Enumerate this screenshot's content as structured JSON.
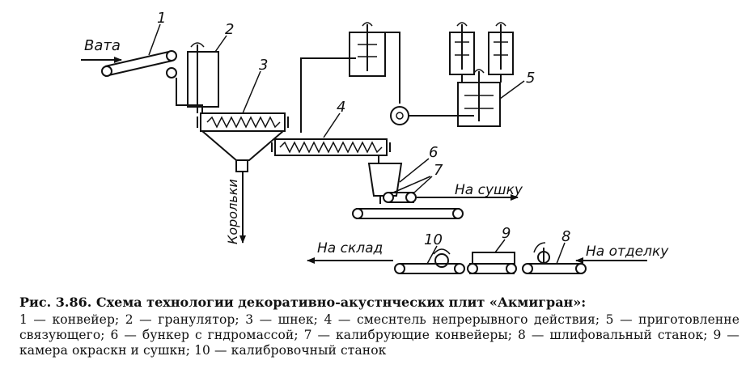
{
  "figure": {
    "labels": {
      "vata": "Вата",
      "korolki": "Корольки",
      "na_sushku": "На сушку",
      "na_sklad": "На склад",
      "na_otdelku": "На отделку"
    },
    "numbers": [
      "1",
      "2",
      "3",
      "4",
      "5",
      "6",
      "7",
      "8",
      "9",
      "10"
    ]
  },
  "caption": {
    "title": "Рис. 3.86. Схема технологии декоративно-акустнческих плит «Акмигран»:",
    "body": "1 — конвейер; 2 — гранулятор; 3 — шнек; 4 — смеснтель непрерывного действия; 5 — приготовленне связующего; 6 — бункер с гндромассой; 7 — калибрующие конвейеры; 8 — шлифовальный станок; 9 — камера окраскн и сушкн; 10 — калибровочный станок"
  }
}
